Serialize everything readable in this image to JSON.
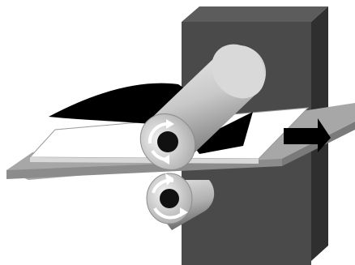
{
  "figure": {
    "kind": "laminating-roller-schematic",
    "colors": {
      "background": "#ffffff",
      "machine_body": "#4a4a4a",
      "machine_side": "#2f2f2f",
      "machine_top": "#585858",
      "base_plate": "#a3a3a3",
      "substrate_sheet": "#ffffff",
      "film_sheet": "#000000",
      "roller_light": "#e8e8e8",
      "roller_dark": "#8a8a8a",
      "rotation_arrow": "#ffffff",
      "feed_arrow": "#000000"
    },
    "parts": [
      {
        "name": "machine-housing",
        "icon": "block"
      },
      {
        "name": "base-plate",
        "icon": "plate"
      },
      {
        "name": "substrate-sheet",
        "icon": "sheet"
      },
      {
        "name": "laminating-film",
        "icon": "film"
      },
      {
        "name": "upper-roller",
        "icon": "cylinder",
        "rotation": "clockwise"
      },
      {
        "name": "lower-roller",
        "icon": "cylinder",
        "rotation": "counter-clockwise"
      },
      {
        "name": "feed-direction",
        "icon": "arrow-right"
      }
    ]
  }
}
